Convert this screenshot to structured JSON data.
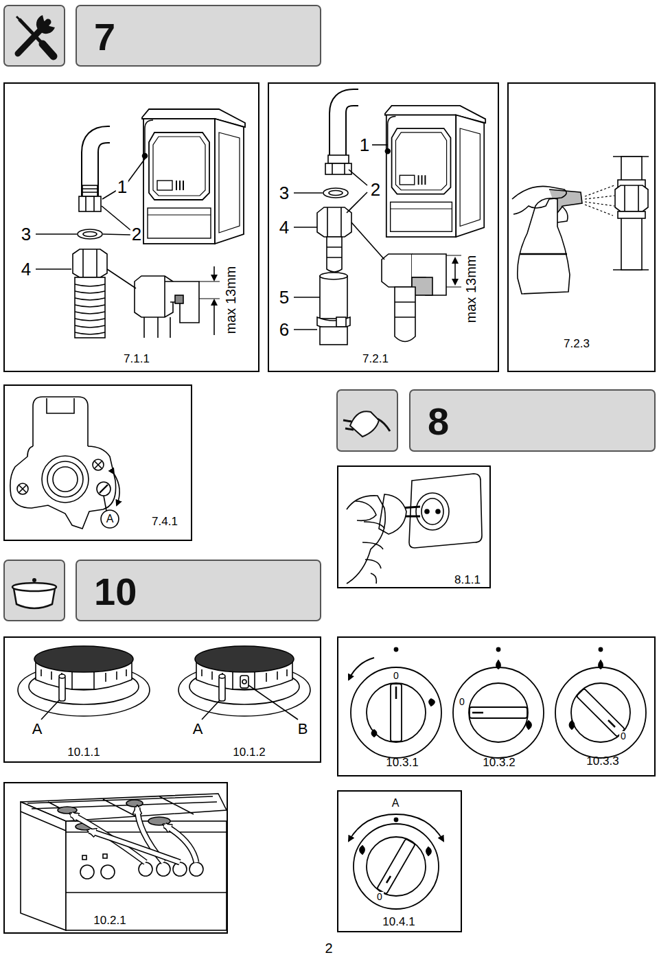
{
  "diagram": {
    "nodes": [
      {
        "text": [
          "7"
        ]
      },
      {
        "text": [
          "7.1.1"
        ]
      },
      {
        "text": [
          "7.2.1"
        ]
      },
      {
        "text": [
          "7.2.3"
        ]
      },
      {
        "text": [
          "7.4.1"
        ]
      },
      {
        "text": [
          "8"
        ]
      },
      {
        "text": [
          "8.1.1"
        ]
      },
      {
        "text": [
          "10"
        ]
      },
      {
        "text": [
          "10.1.1",
          "10.1.2"
        ]
      },
      {
        "text": [
          "10.3.1",
          "10.3.2",
          "10.3.3"
        ]
      },
      {
        "text": [
          "10.2.1"
        ]
      },
      {
        "text": [
          "10.4.1"
        ]
      }
    ],
    "labels": [
      "1",
      "2",
      "3",
      "4",
      "max 13mm",
      "1",
      "2",
      "3",
      "4",
      "5",
      "6",
      "max 13mm",
      "A",
      "A",
      "A",
      "B",
      "0",
      "0",
      "0",
      "A",
      "0",
      "2"
    ]
  }
}
